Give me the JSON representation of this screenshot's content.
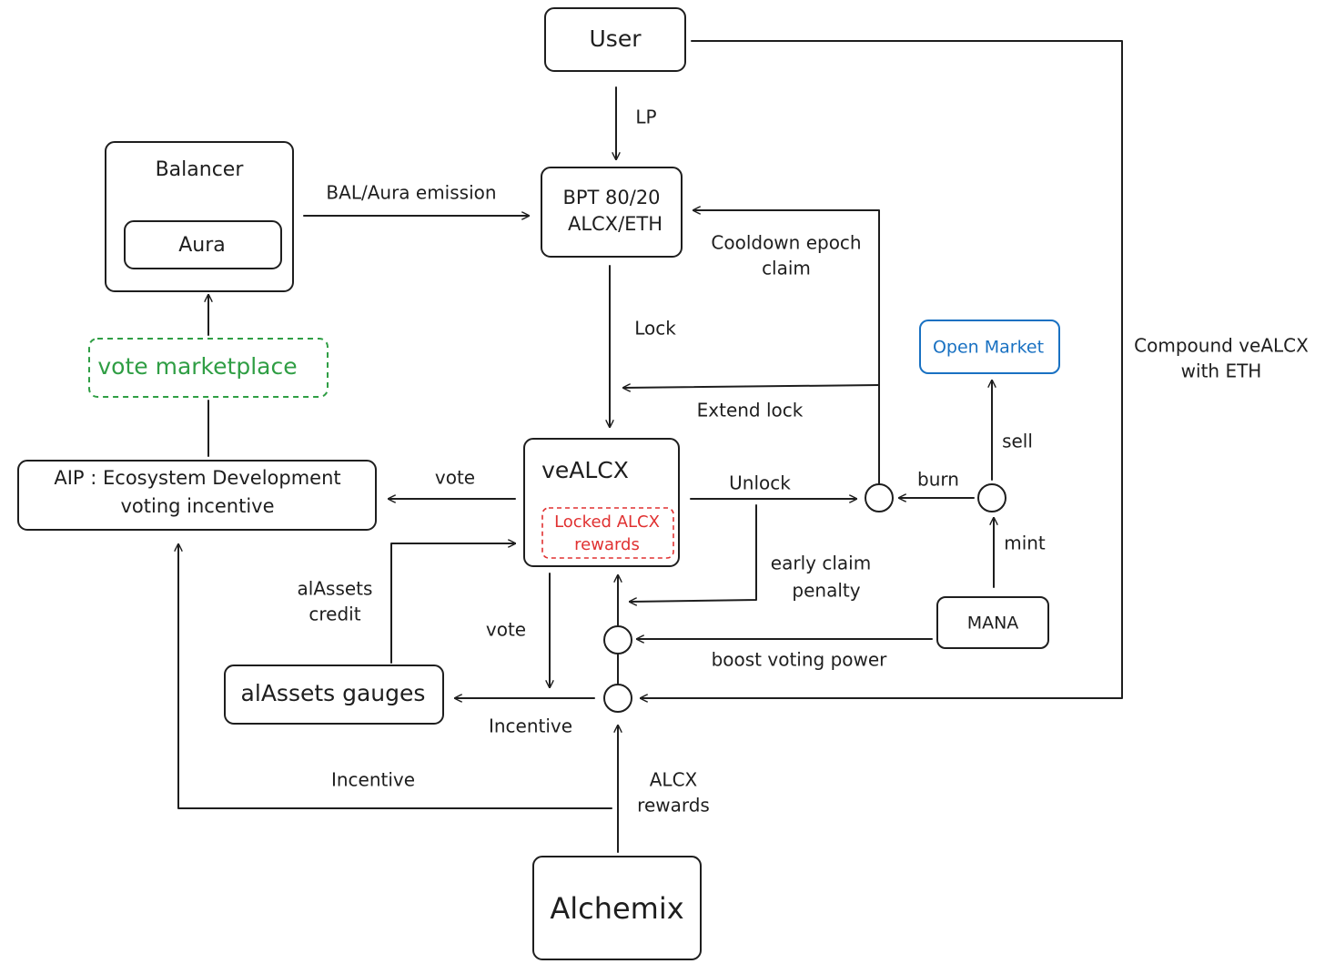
{
  "colors": {
    "ink": "#1e1e1e",
    "green": "#2f9e44",
    "red": "#e03131",
    "blue": "#1971c2"
  },
  "nodes": {
    "user": "User",
    "bpt_line1": "BPT 80/20",
    "bpt_line2": "ALCX/ETH",
    "balancer": "Balancer",
    "aura": "Aura",
    "vote_marketplace": "vote marketplace",
    "aip_line1": "AIP : Ecosystem Development",
    "aip_line2": "voting incentive",
    "vealcx": "veALCX",
    "locked_line1": "Locked ALCX",
    "locked_line2": "rewards",
    "open_market": "Open Market",
    "mana": "MANA",
    "alassets_gauges": "alAssets gauges",
    "alchemix": "Alchemix"
  },
  "edges": {
    "lp": "LP",
    "bal_aura_emission": "BAL/Aura emission",
    "cooldown_line1": "Cooldown epoch",
    "cooldown_line2": "claim",
    "lock": "Lock",
    "compound_line1": "Compound veALCX",
    "compound_line2": "with ETH",
    "extend_lock": "Extend lock",
    "sell": "sell",
    "vote_left": "vote",
    "unlock": "Unlock",
    "burn": "burn",
    "mint": "mint",
    "early_line1": "early claim",
    "early_line2": "penalty",
    "alassets_credit_line1": "alAssets",
    "alassets_credit_line2": "credit",
    "vote_down": "vote",
    "boost_voting_power": "boost voting power",
    "incentive_gauges": "Incentive",
    "incentive_aip": "Incentive",
    "alcx_rewards_line1": "ALCX",
    "alcx_rewards_line2": "rewards"
  }
}
